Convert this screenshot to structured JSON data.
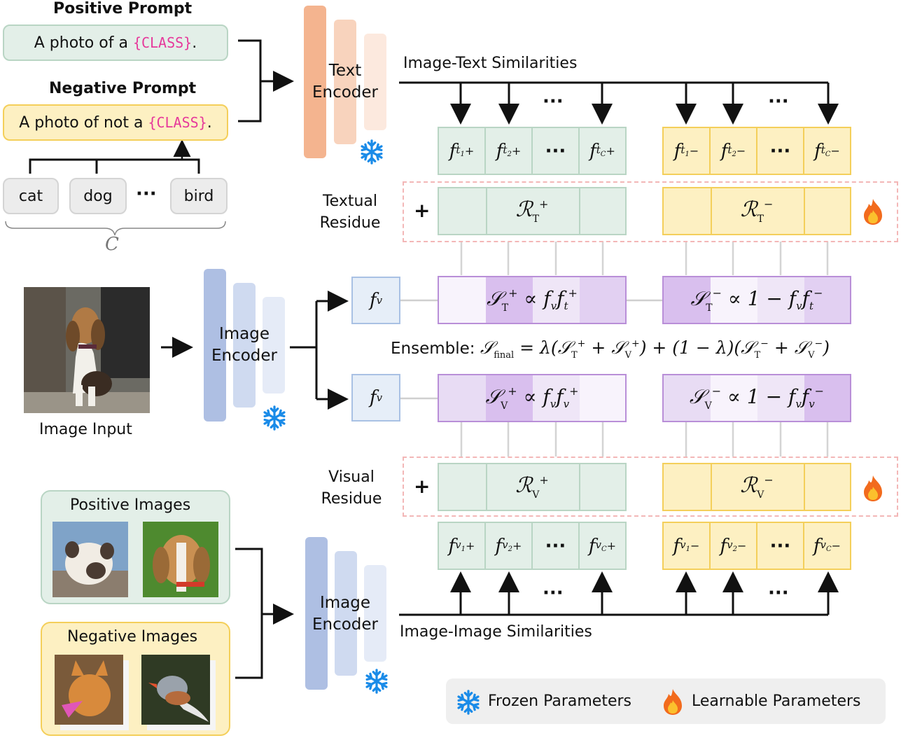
{
  "prompts": {
    "positive_title": "Positive Prompt",
    "positive_text": "A photo of a ",
    "negative_title": "Negative Prompt",
    "negative_text": "A photo of not a ",
    "class_token": "{CLASS}",
    "period": "."
  },
  "classes": {
    "items": [
      "cat",
      "dog",
      "bird"
    ],
    "ellipsis": "···",
    "brace_label": "C"
  },
  "encoders": {
    "text": "Text Encoder",
    "image_top": "Image Encoder",
    "image_bottom": "Image Encoder"
  },
  "labels": {
    "image_text_sim": "Image-Text Similarities",
    "image_image_sim": "Image-Image Similarities",
    "textual_residue": "Textual Residue",
    "visual_residue": "Visual Residue",
    "image_input": "Image Input",
    "positive_images": "Positive Images",
    "negative_images": "Negative Images",
    "ensemble_prefix": "Ensemble:",
    "dots": "···",
    "plus": "+"
  },
  "legend": {
    "frozen": "Frozen Parameters",
    "learnable": "Learnable Parameters"
  },
  "colors": {
    "positive_green": "#e3efe8",
    "negative_yellow": "#fdf0c2",
    "text_encoder": "#f4b48f",
    "image_encoder": "#aebfe3",
    "similarity_purple": "#d9bfee",
    "class_token": "#e6399b",
    "residue_border": "#f3b7b7"
  },
  "icons": {
    "frozen": "snowflake-icon",
    "learnable": "flame-icon"
  }
}
